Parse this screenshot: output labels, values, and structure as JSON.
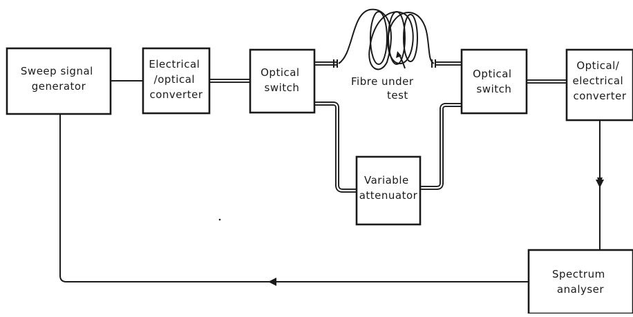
{
  "blocks": {
    "sweep_generator": [
      "Sweep signal",
      "generator"
    ],
    "eo_converter": [
      "Electrical",
      "/optical",
      "converter"
    ],
    "optical_switch_left": [
      "Optical",
      "switch"
    ],
    "optical_switch_right": [
      "Optical",
      "switch"
    ],
    "oe_converter": [
      "Optical/",
      "electrical",
      "converter"
    ],
    "variable_attenuator": [
      "Variable",
      "attenuator"
    ],
    "spectrum_analyser": [
      "Spectrum",
      "analyser"
    ]
  },
  "labels": {
    "fibre_under_test": [
      "Fibre under",
      "test"
    ]
  }
}
